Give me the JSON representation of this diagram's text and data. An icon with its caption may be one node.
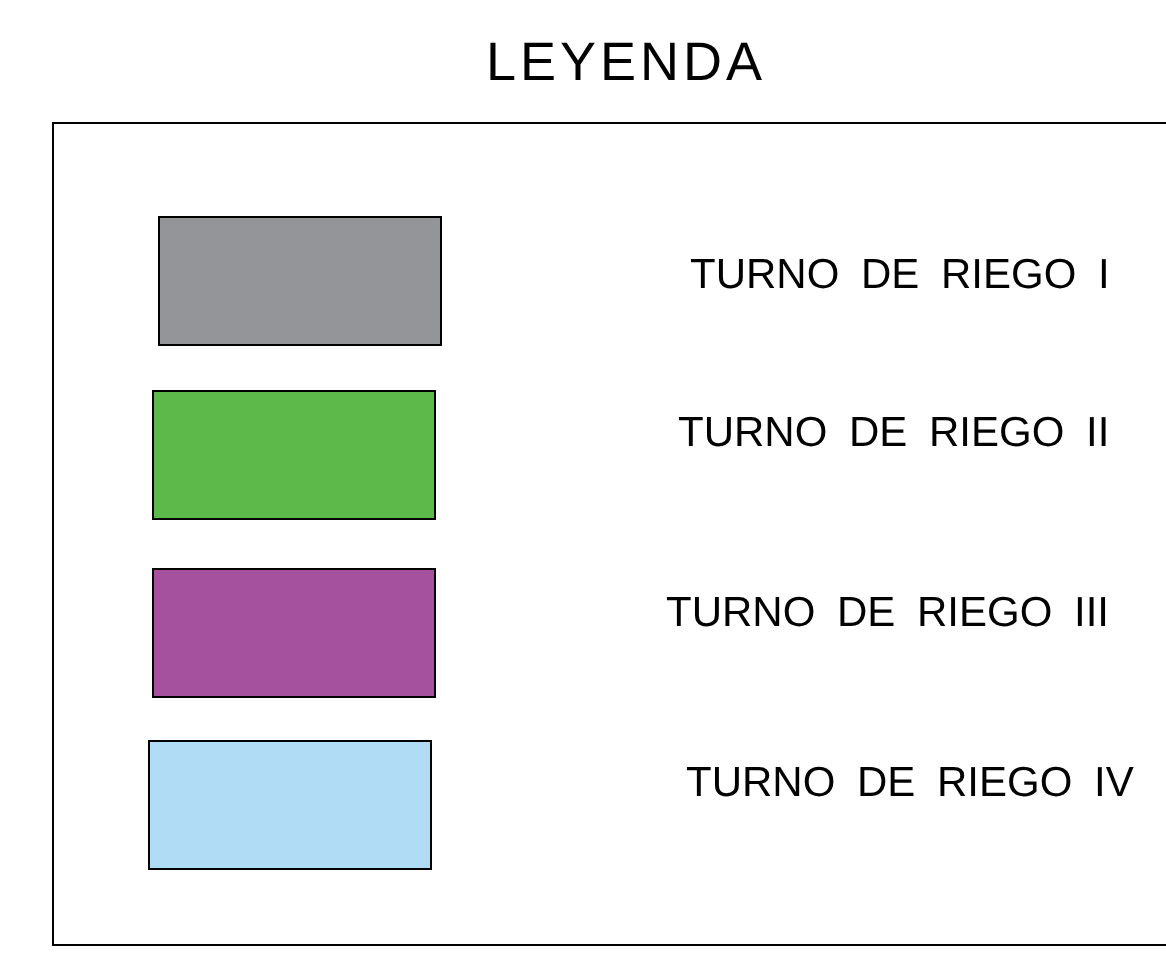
{
  "diagram": {
    "title": "LEYENDA",
    "legend": [
      {
        "text": "TURNO DE RIEGO I",
        "color": "#939598"
      },
      {
        "text": "TURNO DE RIEGO II",
        "color": "#5cb94a"
      },
      {
        "text": "TURNO DE RIEGO III",
        "color": "#a5519e"
      },
      {
        "text": "TURNO DE RIEGO IV",
        "color": "#b0dcf5"
      }
    ]
  }
}
